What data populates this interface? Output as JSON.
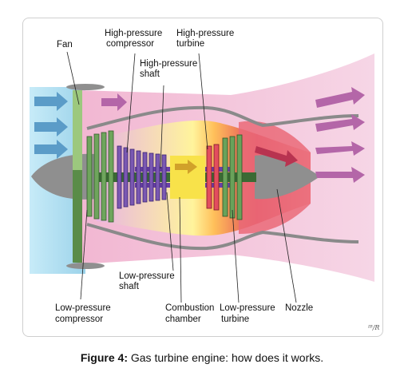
{
  "labels": {
    "fan": "Fan",
    "hp_compressor": [
      "High-pressure",
      "compressor"
    ],
    "hp_turbine": [
      "High-pressure",
      "turbine"
    ],
    "hp_shaft": [
      "High-pressure",
      "shaft"
    ],
    "lp_shaft": [
      "Low-pressure",
      "shaft"
    ],
    "lp_compressor": [
      "Low-pressure",
      "compressor"
    ],
    "combustion": [
      "Combustion",
      "chamber"
    ],
    "lp_turbine": [
      "Low-pressure",
      "turbine"
    ],
    "nozzle": "Nozzle"
  },
  "signature": "ᴵᴮ/R",
  "caption": {
    "bold": "Figure 4:",
    "text": " Gas turbine engine: how does it works."
  },
  "colors": {
    "intake_blue": "#a9dcf0",
    "exhaust_pink": "#efc3dd",
    "arrow_blue": "#5b9cc8",
    "arrow_purple": "#b466a8",
    "arrow_red": "#b83350",
    "fan_green": "#7fb46c",
    "compressor_purple": "#7755b0",
    "combustion_yellow": "#f8e24a",
    "turbine_red": "#e0475a",
    "nozzle_red": "#ea7e88",
    "shaft_dark_green": "#3a6a34",
    "casing_gray": "#9a9a9a"
  }
}
